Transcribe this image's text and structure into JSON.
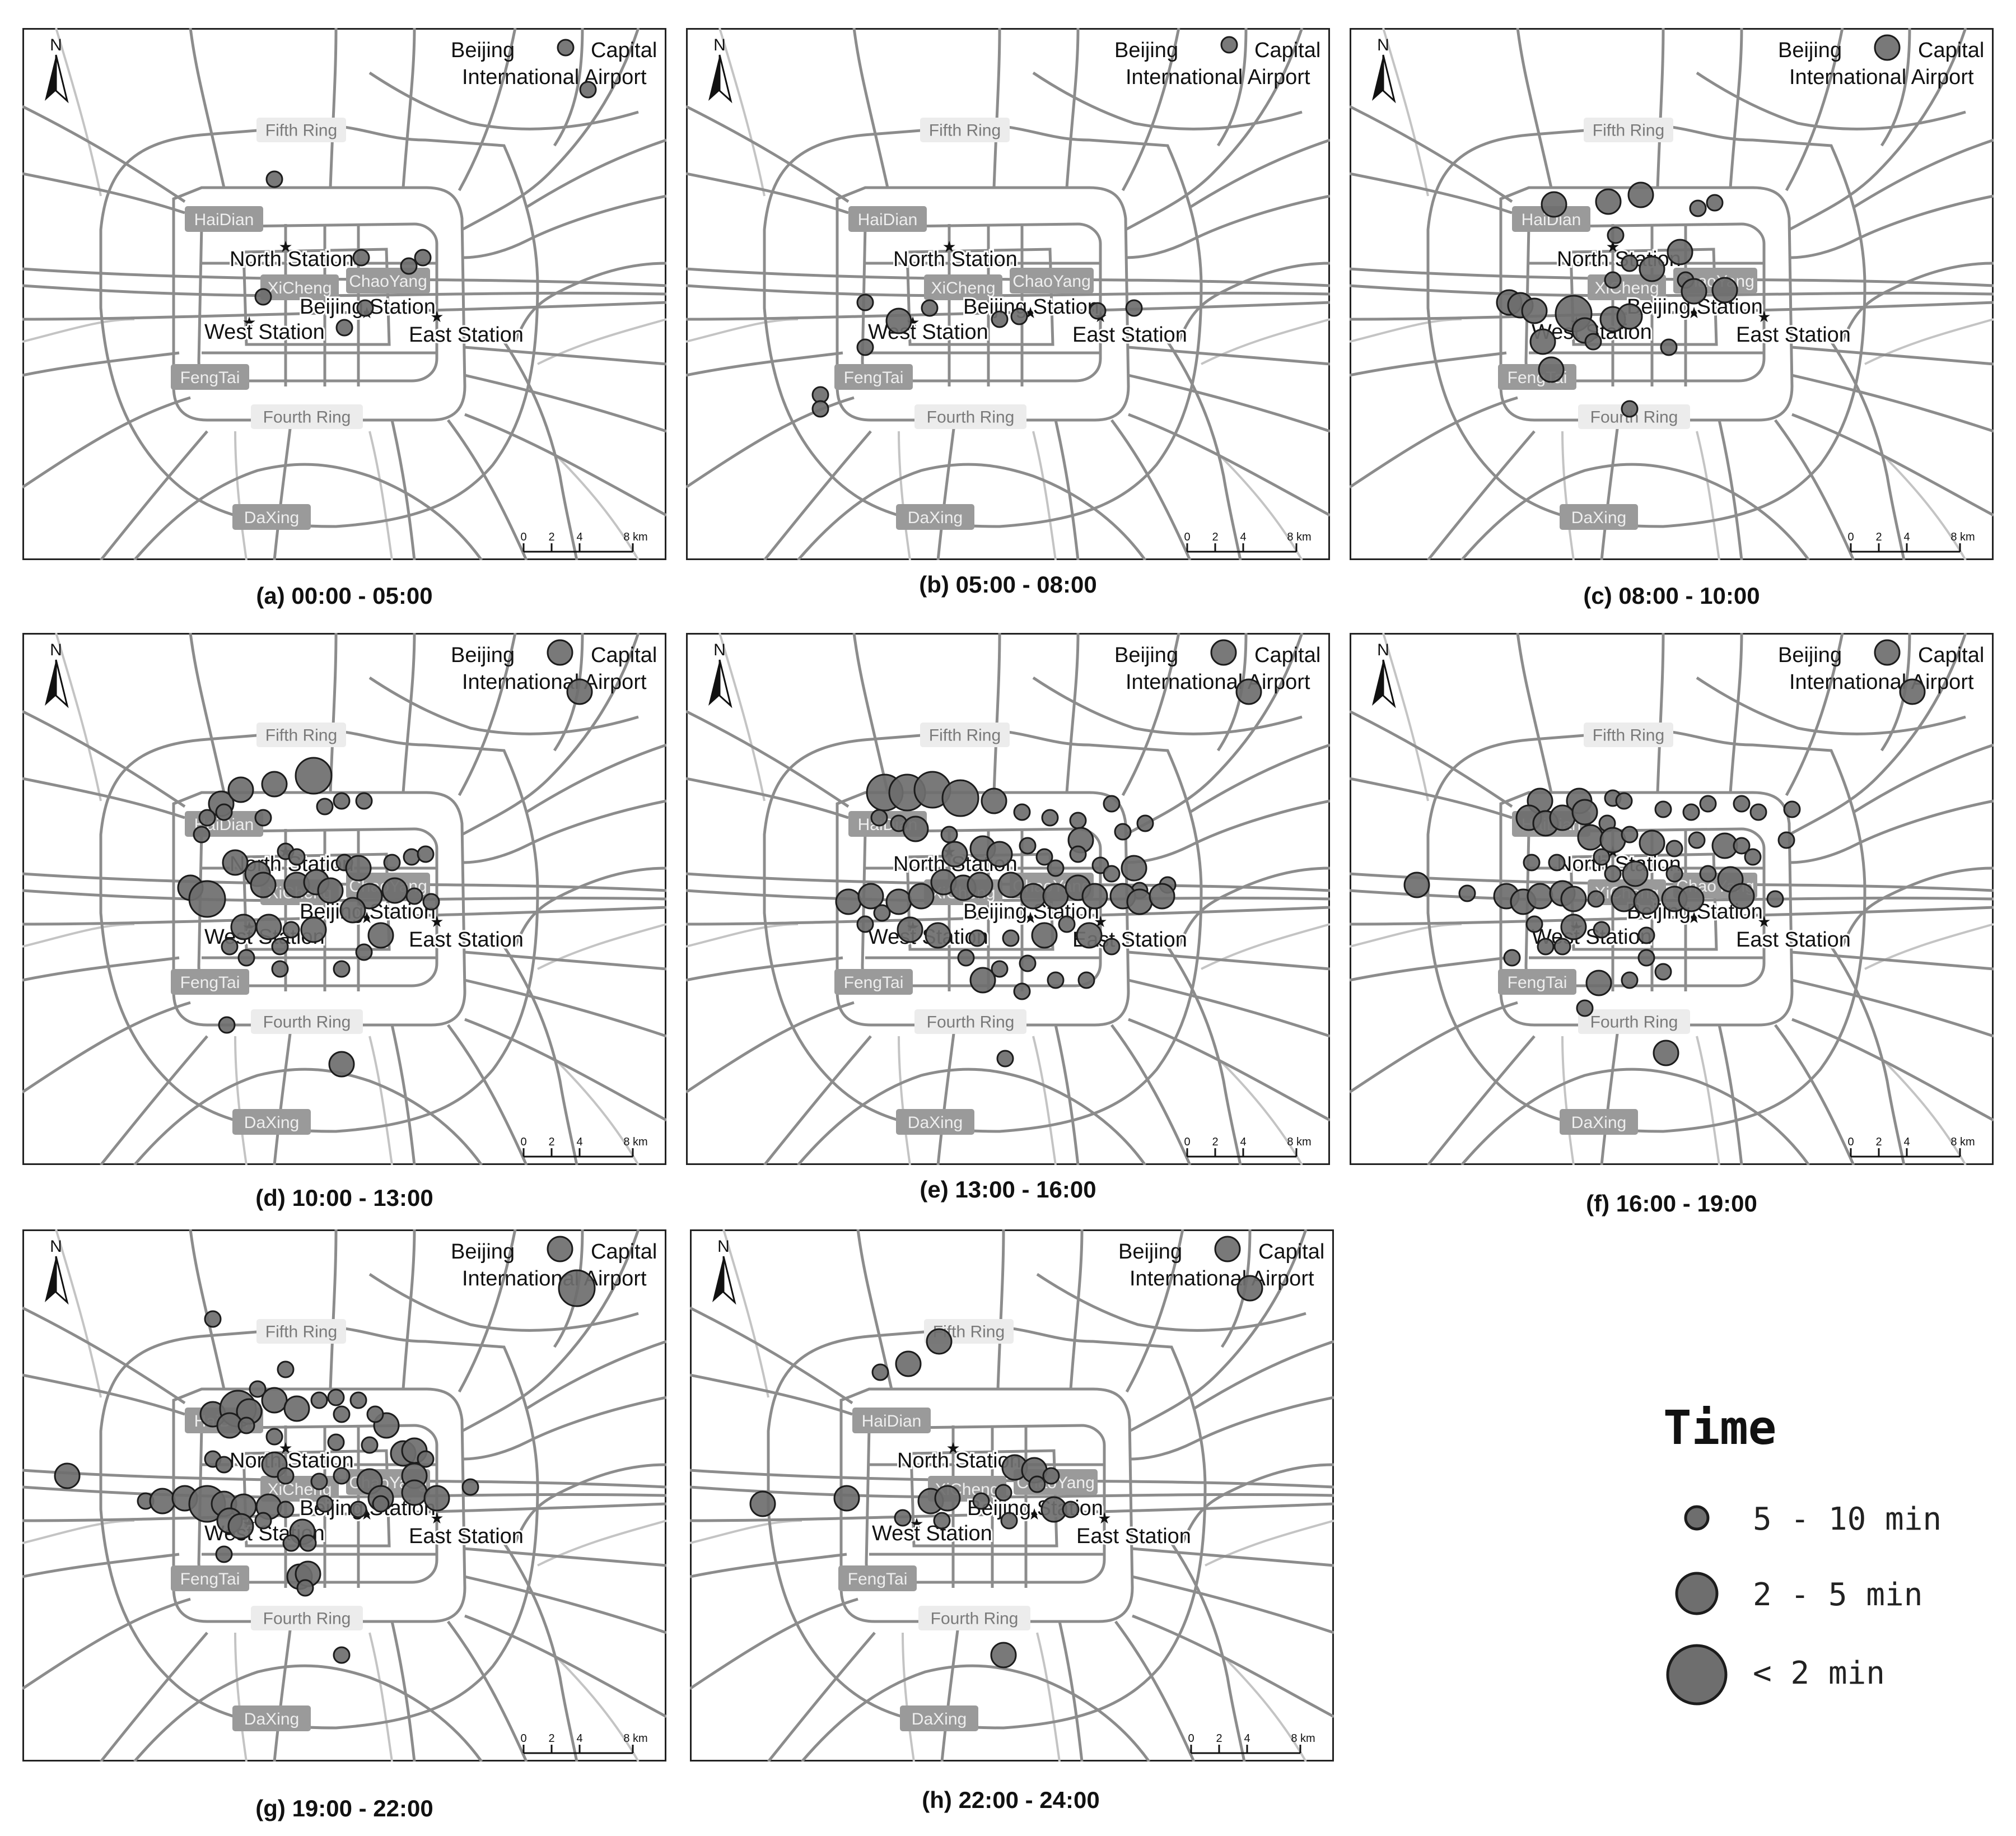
{
  "map_common": {
    "north_label": "N",
    "ring_labels": {
      "fifth": "Fifth Ring",
      "fourth": "Fourth Ring"
    },
    "district_labels": [
      "HaiDian",
      "XiCheng",
      "ChaoYang",
      "FengTai",
      "DaXing"
    ],
    "station_labels": [
      "North Station",
      "Beijing Station",
      "West Station",
      "East Station"
    ],
    "airport_label_1": "Beijing",
    "airport_label_2": "Capital",
    "airport_label_3": "International Airport",
    "scale_ticks": [
      "0",
      "2",
      "4",
      "8 km"
    ]
  },
  "colors": {
    "road": "#8c8c8c",
    "road_light": "#c4c4c4",
    "district_box": "#9a9a9a",
    "ring_label_box": "#ececec",
    "point_fill": "#6e6e6e",
    "point_stroke": "#1c1c1c"
  },
  "legend": {
    "title": "Time",
    "items": [
      {
        "label": "5 - 10 min",
        "size_class": "small"
      },
      {
        "label": "2 - 5 min",
        "size_class": "medium"
      },
      {
        "label": "< 2 min",
        "size_class": "large"
      }
    ]
  },
  "panels": [
    {
      "caption": "(a) 00:00 - 05:00"
    },
    {
      "caption": "(b) 05:00 - 08:00"
    },
    {
      "caption": "(c) 08:00 - 10:00"
    },
    {
      "caption": "(d) 10:00 - 13:00"
    },
    {
      "caption": "(e) 13:00 - 16:00"
    },
    {
      "caption": "(f) 16:00 - 19:00"
    },
    {
      "caption": "(g) 19:00 - 22:00"
    },
    {
      "caption": "(h) 22:00 - 24:00"
    }
  ]
}
